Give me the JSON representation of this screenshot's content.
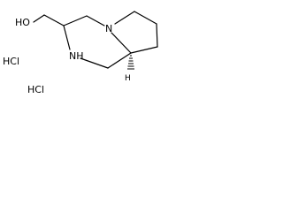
{
  "structure": {
    "atoms": {
      "hydroxyl": "HO",
      "ring_nitrogen": "N",
      "amine": "NH",
      "stereo_hydrogen": "H"
    },
    "salts": {
      "hcl_1": "HCl",
      "hcl_2": "HCl"
    }
  },
  "colors": {
    "bond": "#000000",
    "text": "#000000",
    "background": "#ffffff"
  }
}
